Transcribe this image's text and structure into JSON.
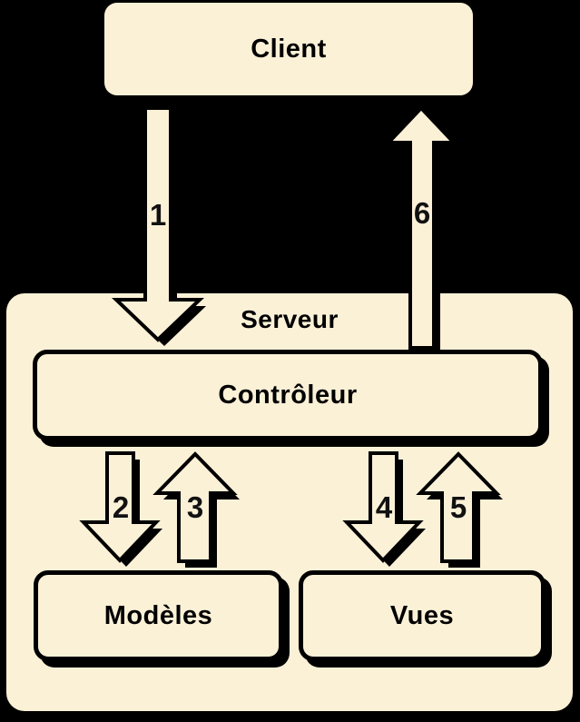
{
  "diagram": {
    "type": "architecture-flow",
    "language": "fr",
    "colors": {
      "background": "#000000",
      "node_fill": "#fbf1d7",
      "node_border": "#000000",
      "text": "#000000",
      "shadow": "#000000"
    },
    "nodes": {
      "client": {
        "label": "Client"
      },
      "serveur": {
        "label": "Serveur"
      },
      "controleur": {
        "label": "Contrôleur"
      },
      "modeles": {
        "label": "Modèles"
      },
      "vues": {
        "label": "Vues"
      }
    },
    "arrows": [
      {
        "label": "1",
        "from": "client",
        "to": "controleur",
        "direction": "down"
      },
      {
        "label": "2",
        "from": "controleur",
        "to": "modeles",
        "direction": "down"
      },
      {
        "label": "3",
        "from": "modeles",
        "to": "controleur",
        "direction": "up"
      },
      {
        "label": "4",
        "from": "controleur",
        "to": "vues",
        "direction": "down"
      },
      {
        "label": "5",
        "from": "vues",
        "to": "controleur",
        "direction": "up"
      },
      {
        "label": "6",
        "from": "controleur",
        "to": "client",
        "direction": "up"
      }
    ]
  }
}
